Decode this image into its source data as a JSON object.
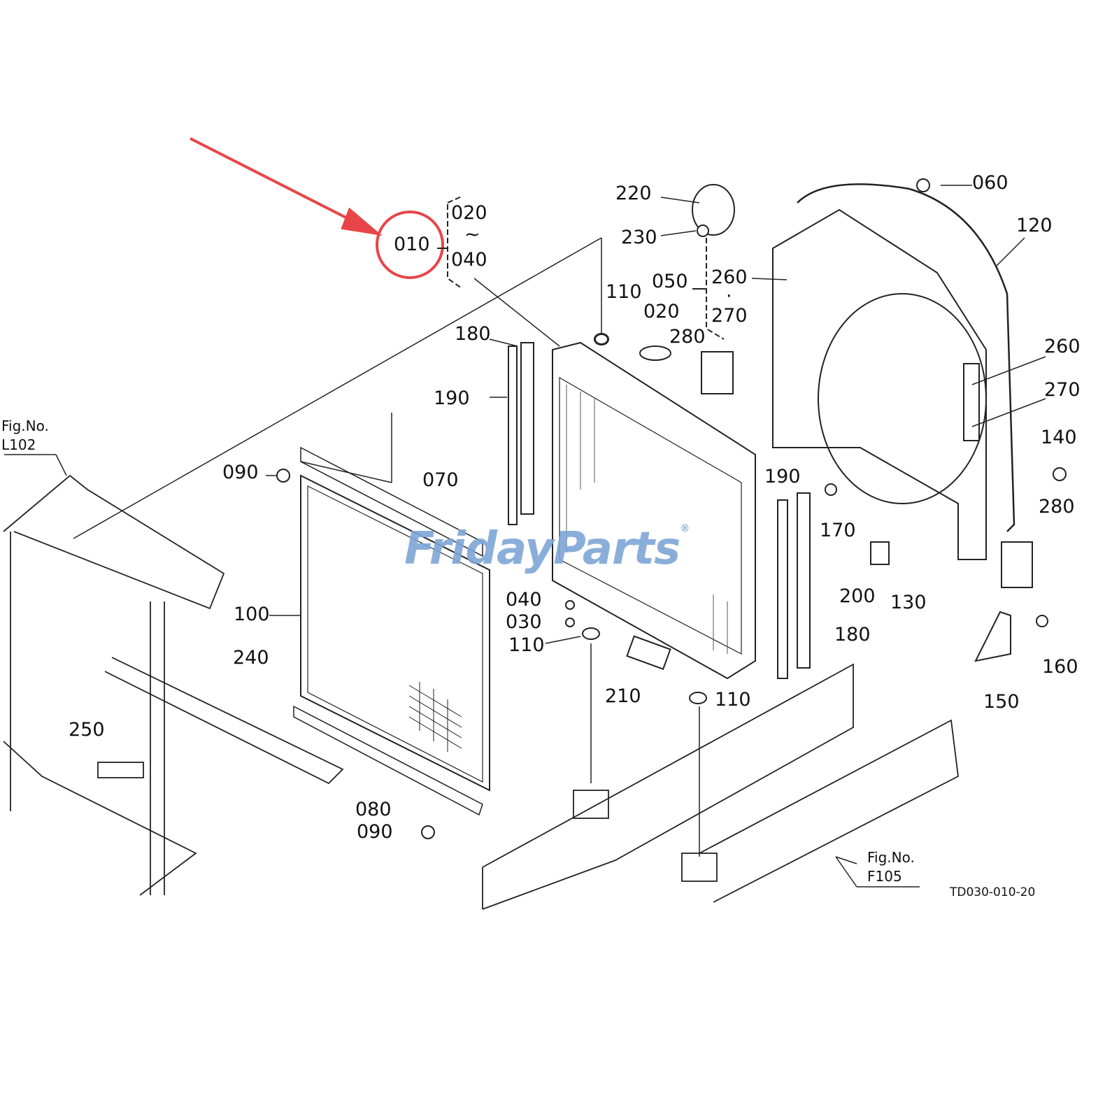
{
  "diagram": {
    "drawing_code": "TD030-010-20",
    "highlight": {
      "part": "010",
      "color": "#e8454a"
    },
    "watermark": {
      "text": "FridayParts",
      "reg": "®",
      "colors": [
        "#7ea6d6",
        "#f4b15a"
      ]
    },
    "figure_refs": [
      {
        "line1": "Fig.No.",
        "line2": "L102"
      },
      {
        "line1": "Fig.No.",
        "line2": "F105"
      }
    ],
    "group_010": {
      "top": "020",
      "tilde": "~",
      "bottom": "040"
    },
    "group_050": {
      "top": "260",
      "dot": "·",
      "bottom": "270"
    },
    "labels": {
      "p010": "010",
      "p220": "220",
      "p060": "060",
      "p120": "120",
      "p230": "230",
      "p050": "050",
      "p110a": "110",
      "p020": "020",
      "p280a": "280",
      "p180a": "180",
      "p190a": "190",
      "p260": "260",
      "p270": "270",
      "p140": "140",
      "p090a": "090",
      "p070": "070",
      "p190b": "190",
      "p280b": "280",
      "p170": "170",
      "p040": "040",
      "p030": "030",
      "p110b": "110",
      "p200": "200",
      "p130": "130",
      "p100": "100",
      "p180b": "180",
      "p160": "160",
      "p240": "240",
      "p210": "210",
      "p110c": "110",
      "p150": "150",
      "p250": "250",
      "p080": "080",
      "p090b": "090"
    }
  }
}
